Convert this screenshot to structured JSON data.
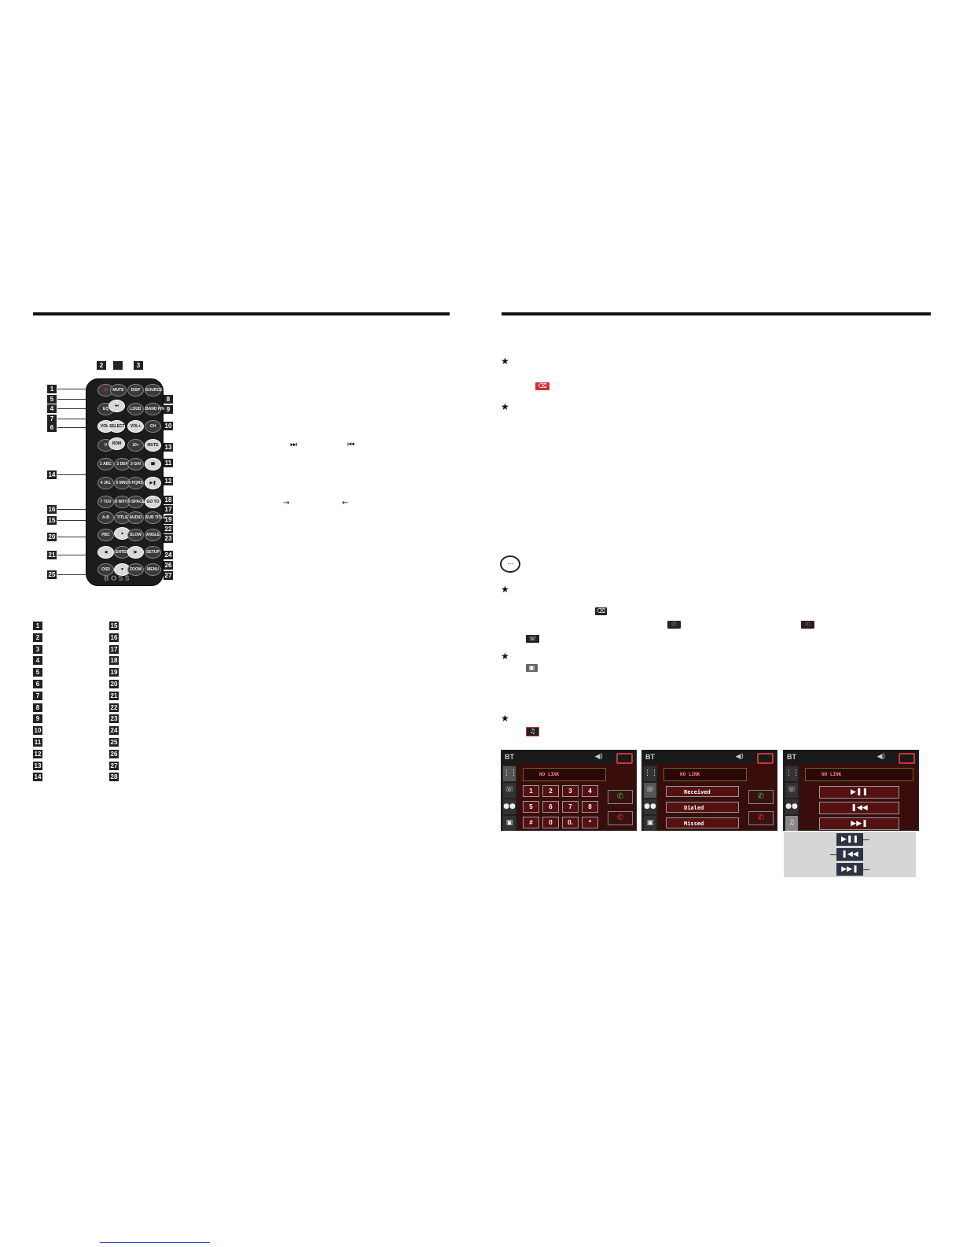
{
  "remote": {
    "top_labels": [
      "2",
      "",
      "3"
    ],
    "left_labels": [
      "1",
      "5",
      "4",
      "7",
      "6",
      "14",
      "16",
      "15",
      "20",
      "21",
      "25"
    ],
    "right_labels": [
      "8",
      "9",
      "10",
      "13",
      "11",
      "12",
      "18",
      "17",
      "19",
      "22",
      "23",
      "24",
      "26",
      "27"
    ],
    "buttons": [
      "MUTE",
      "DISP",
      "SOURCE",
      "EQ",
      "LOUD",
      "BAND P/N",
      "SELECT",
      "10+",
      "0",
      "1 ABC",
      "2 DEF",
      "3 GHI",
      "4 JKL",
      "5 MNO",
      "6 PQRS",
      "7 TUV",
      "8 WXYZ",
      "9 SPACE",
      "GO TO",
      "TITLE",
      "AUDIO",
      "SUB TITLE",
      "PBC",
      "SLOW",
      "ANGLE",
      "ENTER",
      "SETUP",
      "OSD",
      "ZOOM",
      "MENU"
    ],
    "brand": "BOSS"
  },
  "index_left": [
    "1",
    "2",
    "3",
    "4",
    "5",
    "6",
    "7",
    "8",
    "9",
    "10",
    "11",
    "12",
    "13",
    "14"
  ],
  "index_right": [
    "15",
    "16",
    "17",
    "18",
    "19",
    "20",
    "21",
    "22",
    "23",
    "24",
    "25",
    "26",
    "27",
    "28"
  ],
  "screens": {
    "bar_title": "BT",
    "display_text": "NO LINK",
    "keypad": [
      "1",
      "2",
      "3",
      "4",
      "5",
      "6",
      "7",
      "8",
      "#",
      "0",
      "0.",
      "*"
    ],
    "call_log": [
      "Received",
      "Dialed",
      "Missed"
    ]
  },
  "colors": {
    "screen_bg": "#3a0d0d",
    "button_red": "#551111",
    "accent_red": "#cc3333"
  }
}
